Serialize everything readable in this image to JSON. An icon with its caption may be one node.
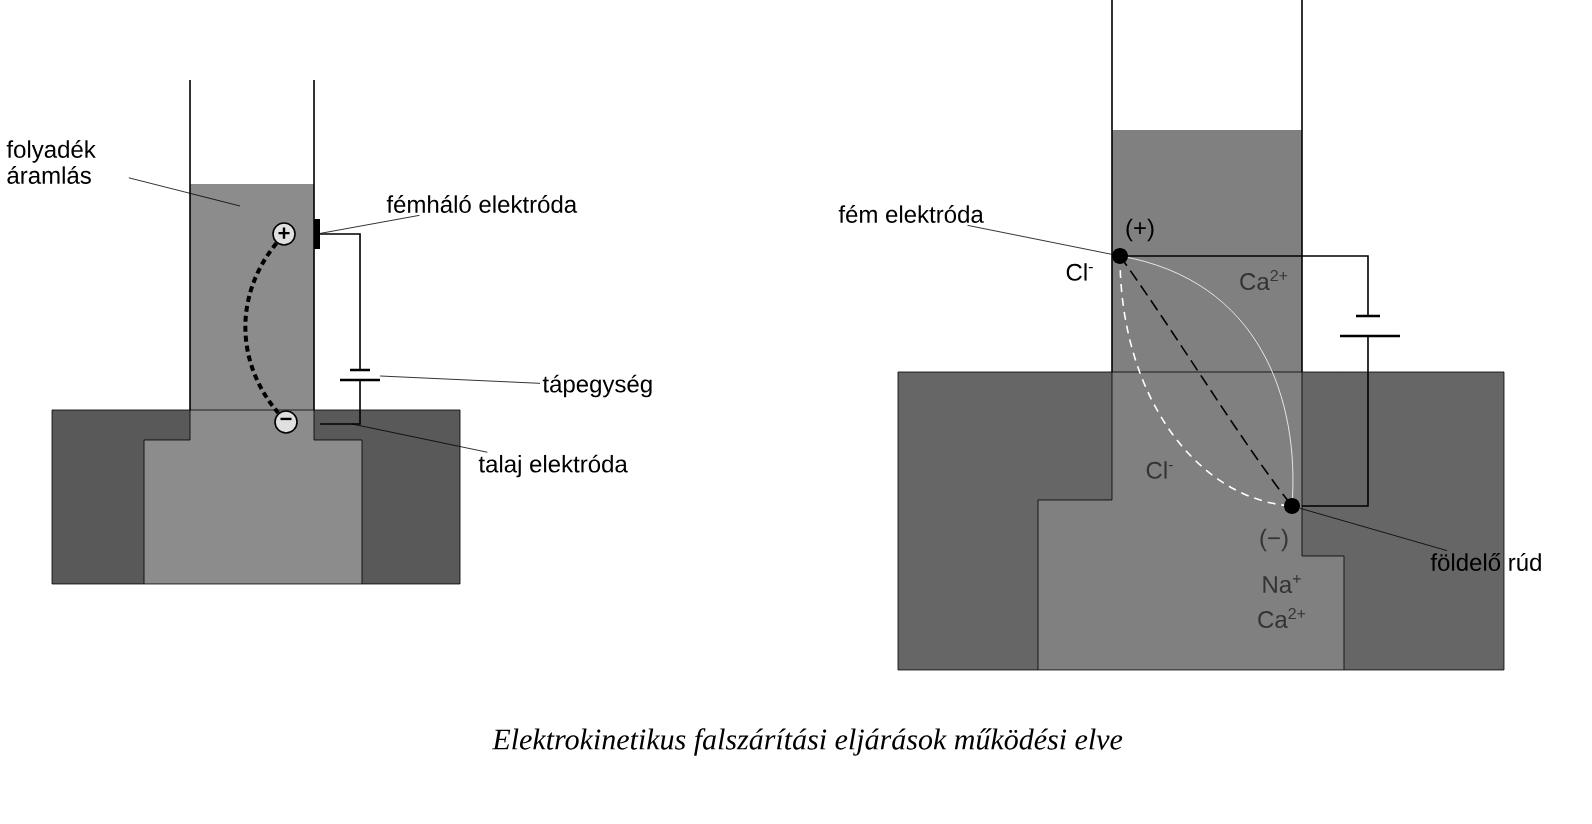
{
  "diagram": {
    "caption": "Elektrokinetikus falszárítási eljárások működési elve",
    "nodes": [
      {
        "text": [
          "fémháló elektróda"
        ]
      },
      {
        "text": [
          "folyadék áramlás"
        ]
      },
      {
        "text": [
          "tápegység"
        ]
      },
      {
        "text": [
          "talaj elektróda"
        ]
      },
      {
        "text": [
          "fém elektróda"
        ]
      },
      {
        "text": [
          "földelő rúd"
        ]
      },
      {
        "text": [
          "+"
        ]
      },
      {
        "text": [
          "−"
        ]
      },
      {
        "text": [],
        "shape": "bar"
      },
      {
        "text": [],
        "shape": "circle"
      },
      {
        "text": [],
        "shape": "circle"
      }
    ],
    "edges": [
      {
        "from": 0,
        "to": 8,
        "arrow": "none"
      },
      {
        "from": 1,
        "to": null,
        "arrow": "none"
      },
      {
        "from": 2,
        "to": null,
        "arrow": "none"
      },
      {
        "from": 3,
        "to": null,
        "arrow": "none"
      },
      {
        "from": 4,
        "to": 9,
        "arrow": "none"
      },
      {
        "from": 5,
        "to": 10,
        "arrow": "none"
      },
      {
        "from": 6,
        "to": 7,
        "arrow": "none",
        "style": "dashed"
      }
    ],
    "labels": [
      "(+)",
      "Cl$^{-}$",
      "Ca$^{2+}$",
      "Cl$^{-}$",
      "(−)",
      "Na$^{+}$",
      "Ca$^{2+}$"
    ]
  }
}
